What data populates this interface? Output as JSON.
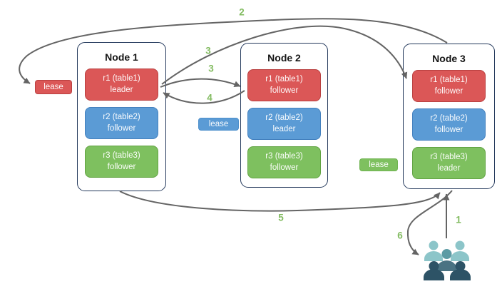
{
  "nodes": [
    {
      "title": "Node 1",
      "replicas": [
        {
          "name": "r1 (table1)",
          "role": "leader",
          "color": "red"
        },
        {
          "name": "r2 (table2)",
          "role": "follower",
          "color": "blue"
        },
        {
          "name": "r3 (table3)",
          "role": "follower",
          "color": "green"
        }
      ]
    },
    {
      "title": "Node 2",
      "replicas": [
        {
          "name": "r1 (table1)",
          "role": "follower",
          "color": "red"
        },
        {
          "name": "r2 (table2)",
          "role": "leader",
          "color": "blue"
        },
        {
          "name": "r3 (table3)",
          "role": "follower",
          "color": "green"
        }
      ]
    },
    {
      "title": "Node 3",
      "replicas": [
        {
          "name": "r1 (table1)",
          "role": "follower",
          "color": "red"
        },
        {
          "name": "r2 (table2)",
          "role": "follower",
          "color": "blue"
        },
        {
          "name": "r3 (table3)",
          "role": "leader",
          "color": "green"
        }
      ]
    }
  ],
  "leases": [
    {
      "label": "lease",
      "color": "#db5757",
      "near": "Node 1 r1 leader"
    },
    {
      "label": "lease",
      "color": "#5b9bd5",
      "near": "Node 2 r2 leader"
    },
    {
      "label": "lease",
      "color": "#7ec05f",
      "near": "Node 3 r3 leader"
    }
  ],
  "steps": [
    {
      "n": "1",
      "desc": "client request to Node 3"
    },
    {
      "n": "2",
      "desc": "Node 3 to leaseholder at Node 1"
    },
    {
      "n": "3",
      "desc": "leader replicates to Node 3 follower"
    },
    {
      "n": "3",
      "desc": "leader replicates to Node 2 follower"
    },
    {
      "n": "4",
      "desc": "follower ack to leader"
    },
    {
      "n": "5",
      "desc": "Node 1 response to Node 3"
    },
    {
      "n": "6",
      "desc": "Node 3 response to client"
    }
  ],
  "icons": {
    "users": "user-group"
  },
  "colors": {
    "red": "#db5757",
    "blue": "#5b9bd5",
    "green": "#7ec05f",
    "arrow": "#646464",
    "step_label": "#82bb60",
    "node_border": "#24395c",
    "users_light": "#8cc5c9",
    "users_mid": "#5c9ba4",
    "users_mid_body": "#4a7383",
    "users_dark": "#2d5366"
  }
}
